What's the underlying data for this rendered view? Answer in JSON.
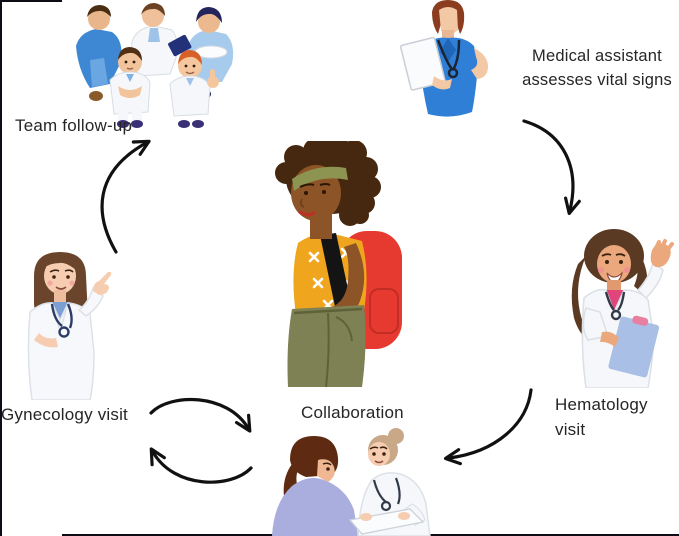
{
  "diagram": {
    "type": "cycle-diagram",
    "topic": "patient care workflow",
    "background": "#ffffff",
    "arrow_color": "#111111",
    "text_color": "#262626"
  },
  "center": {
    "illustration": "patient-with-red-backpack",
    "description": "young woman, afro hair with green headband, yellow x-pattern shirt, olive pants, red backpack"
  },
  "stages": [
    {
      "id": "team-follow-up",
      "label": "Team follow-up",
      "illustration": "medical-team-top-view"
    },
    {
      "id": "medical-assistant",
      "label": "Medical assistant\nassesses vital signs",
      "illustration": "medical-assistant-with-clipboard"
    },
    {
      "id": "hematology-visit",
      "label": "Hematology visit",
      "illustration": "doctor-waving-with-clipboard"
    },
    {
      "id": "collaboration",
      "label": "Collaboration",
      "illustration": "doctor-and-patient-reviewing-paper"
    },
    {
      "id": "gynecology-visit",
      "label": "Gynecology visit",
      "illustration": "doctor-pointing-up"
    }
  ],
  "arrows": [
    {
      "name": "arrow-gynecology-to-team",
      "from": "gynecology-visit",
      "to": "team-follow-up",
      "style": "curved"
    },
    {
      "name": "arrow-assistant-to-hematology",
      "from": "medical-assistant",
      "to": "hematology-visit",
      "style": "curved"
    },
    {
      "name": "arrow-hematology-to-collaboration",
      "from": "hematology-visit",
      "to": "collaboration",
      "style": "curved"
    },
    {
      "name": "arrow-collaboration-gynecology-cycle",
      "from": "collaboration",
      "to": "gynecology-visit",
      "style": "double-cycle"
    }
  ],
  "palette": {
    "scrubs_blue": "#2f7fd6",
    "coat_white": "#f5f7fa",
    "backpack_red": "#e6392f",
    "shirt_yellow": "#f0a51e",
    "pants_olive": "#7d8153",
    "lavender_top": "#a9aede",
    "pink_top": "#e0457b",
    "clipboard_blue": "#a9bfe6"
  }
}
